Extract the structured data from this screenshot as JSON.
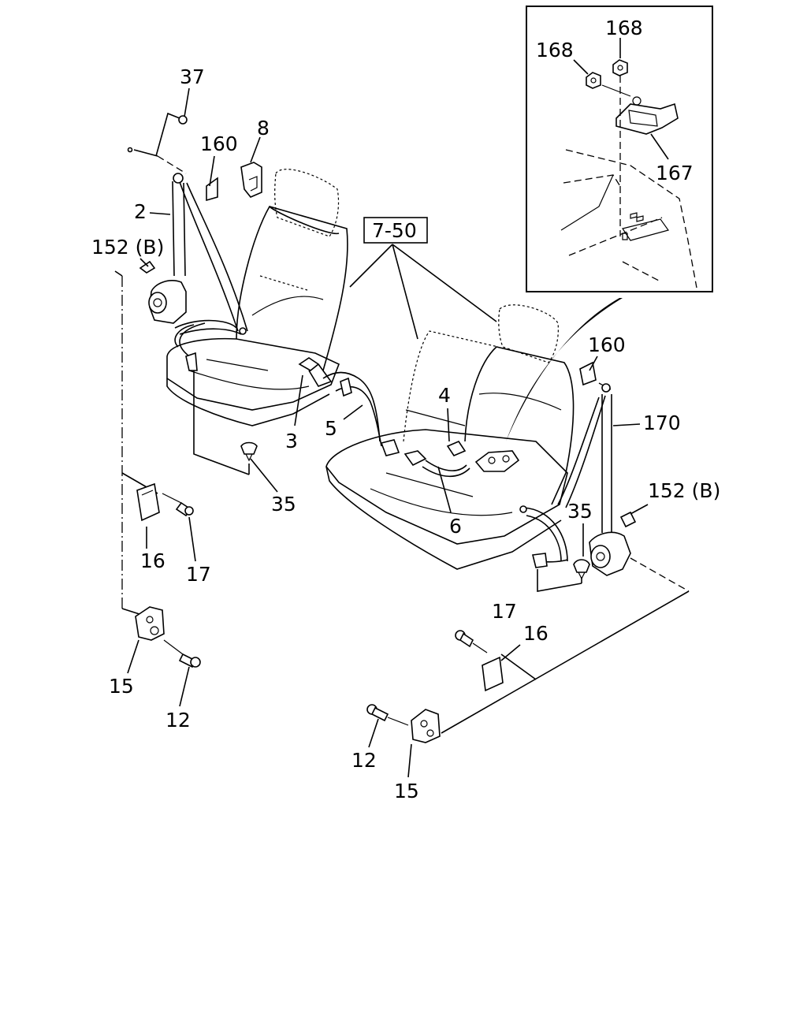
{
  "callouts": {
    "c37": "37",
    "c160_left": "160",
    "c8": "8",
    "c2": "2",
    "c152b_left": "152 (B)",
    "c7_50": "7-50",
    "c3": "3",
    "c5": "5",
    "c35_left": "35",
    "c16_left": "16",
    "c17_left": "17",
    "c15_left": "15",
    "c12_left": "12",
    "c4": "4",
    "c6": "6",
    "c160_right": "160",
    "c170": "170",
    "c152b_right": "152 (B)",
    "c35_right": "35",
    "c17_right": "17",
    "c16_right": "16",
    "c12_right": "12",
    "c15_right": "15",
    "c168_top": "168",
    "c168_left": "168",
    "c167": "167"
  }
}
